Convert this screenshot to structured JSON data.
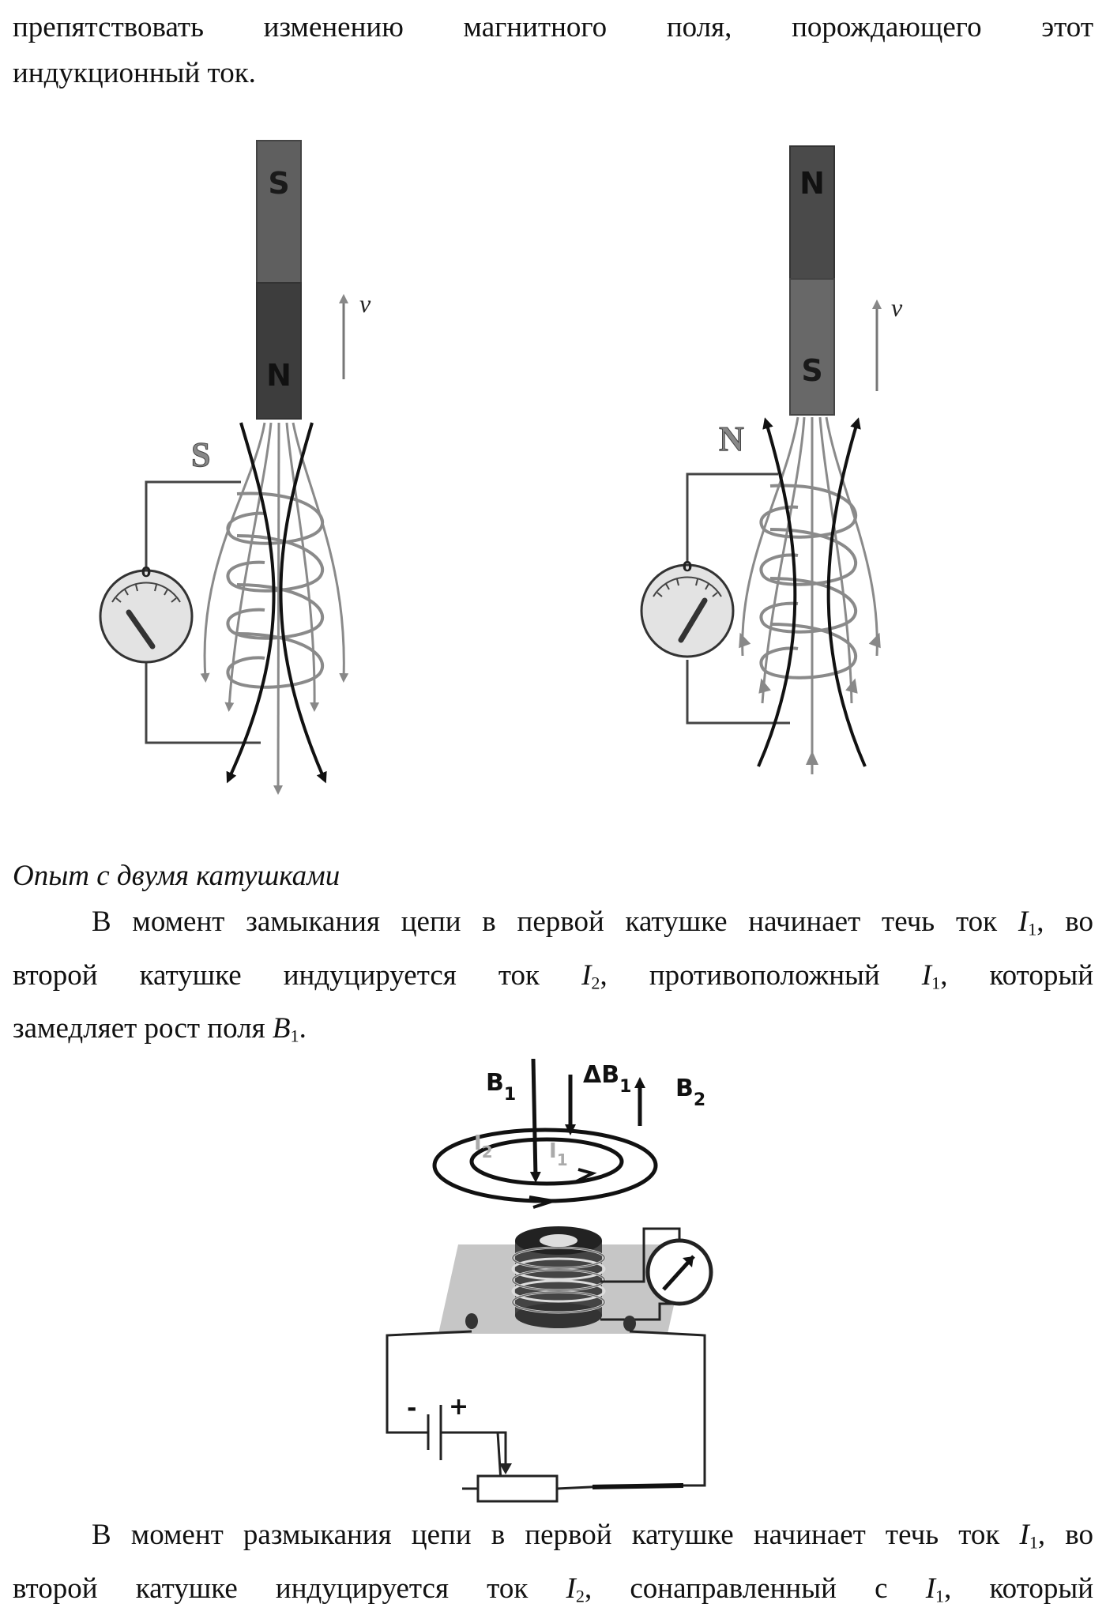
{
  "paragraph_top": {
    "line1_words": [
      "препятствовать",
      "изменению",
      "магнитного",
      "поля,",
      "порождающего",
      "этот"
    ],
    "line2": "индукционный ток."
  },
  "figure_magnets": {
    "left": {
      "magnet_top_pole": "S",
      "magnet_bottom_pole": "N",
      "coil_pole": "S",
      "velocity": "v⃗",
      "meter_zero": "0"
    },
    "right": {
      "magnet_top_pole": "N",
      "magnet_bottom_pole": "S",
      "coil_pole": "N",
      "velocity": "v⃗",
      "meter_zero": "0"
    }
  },
  "section": {
    "heading": "Опыт с двумя катушками",
    "para1": {
      "line1": {
        "a": "В момент замыкания цепи в первой катушке начинает течь ток ",
        "var": "I",
        "sub": "1",
        "b": ", во"
      },
      "line2": {
        "a": "второй катушке индуцируется ток ",
        "var1": "I",
        "sub1": "2",
        "b": ", противоположный ",
        "var2": "I",
        "sub2": "1",
        "c": ", который"
      },
      "line3": {
        "a": "замедляет рост поля ",
        "var": "B",
        "sub": "1",
        "b": "."
      }
    }
  },
  "figure_coils": {
    "b1": "B",
    "b1_sub": "1",
    "delta_b1": "ΔB",
    "delta_b1_sub": "1",
    "b2": "B",
    "b2_sub": "2",
    "i2": "I",
    "i2_sub": "2",
    "i1": "I",
    "i1_sub": "1",
    "minus": "-",
    "plus": "+"
  },
  "para2": {
    "line1": {
      "a": "В момент размыкания цепи в первой катушке начинает течь ток ",
      "var": "I",
      "sub": "1",
      "b": ", во"
    },
    "line2": {
      "a": "второй катушке индуцируется ток ",
      "var1": "I",
      "sub1": "2",
      "b": ", сонаправленный с ",
      "var2": "I",
      "sub2": "1",
      "c": ", который"
    }
  }
}
